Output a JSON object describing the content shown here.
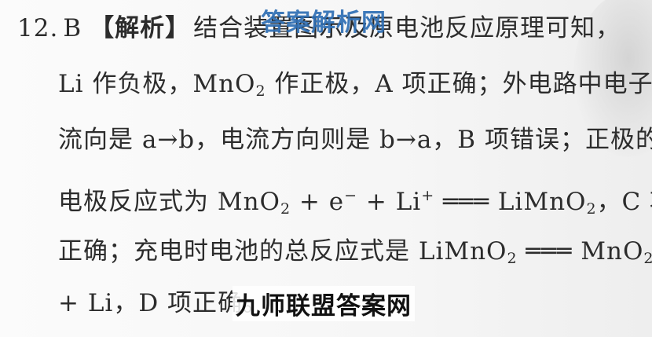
{
  "question": {
    "number": "12.",
    "answer": "B",
    "analysis_tag": "【解析】"
  },
  "lines": {
    "l1": {
      "text": "结合装置图示及原电池反应原理可知，"
    },
    "l2": {
      "a": "Li 作负极，MnO",
      "a_sub": "2",
      "b": " 作正极，A 项正确；外电路中电子"
    },
    "l3": {
      "text": "流向是 a→b，电流方向则是 b→a，B 项错误；正极的"
    },
    "l4": {
      "a": "电极反应式为 MnO",
      "a_sub": "2",
      "b": " + e",
      "b_sup": "−",
      "c": " + Li",
      "c_sup": "+",
      "d": " ═══ LiMnO",
      "d_sub": "2",
      "e": "，C 项"
    },
    "l5": {
      "a": "正确；充电时电池的总反应式是 LiMnO",
      "a_sub": "2",
      "b": " ═══ MnO",
      "b_sub": "2"
    },
    "l6": {
      "text": "+ Li，D 项正确。"
    }
  },
  "watermarks": {
    "top": "答案解析网",
    "bottom": "九师联盟答案网",
    "top_color": "#2f6fb4"
  }
}
